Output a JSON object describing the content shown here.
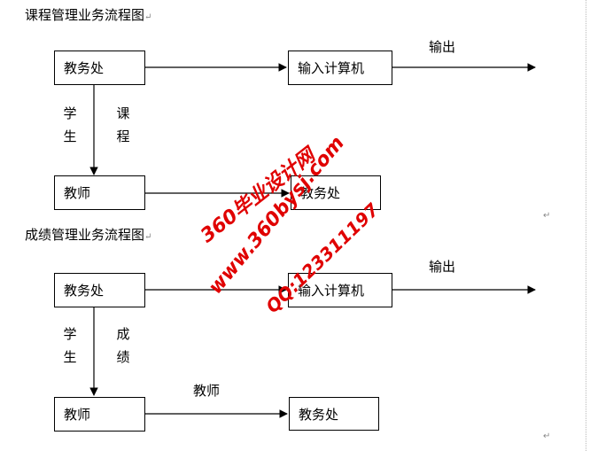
{
  "diagram1": {
    "title": "课程管理业务流程图",
    "box_jiaowuchu": "教务处",
    "box_input": "输入计算机",
    "box_jiaoshi": "教师",
    "box_jiaowuchu2": "教务处",
    "label_output": "输出",
    "label_student": [
      "学",
      "生"
    ],
    "label_course": [
      "课",
      "程"
    ]
  },
  "diagram2": {
    "title": "成绩管理业务流程图",
    "box_jiaowuchu": "教务处",
    "box_input": "输入计算机",
    "box_jiaoshi": "教师",
    "box_jiaowuchu2": "教务处",
    "label_output": "输出",
    "label_student": [
      "学",
      "生"
    ],
    "label_grade": [
      "成",
      "绩"
    ],
    "label_teacher": "教师"
  },
  "paragraph_mark": "↵",
  "watermark": {
    "line1": "360毕业设计网",
    "line2": "www.360bysj.com",
    "line3": "QQ:123311197"
  },
  "colors": {
    "line": "#000000",
    "watermark": "#e00000"
  }
}
